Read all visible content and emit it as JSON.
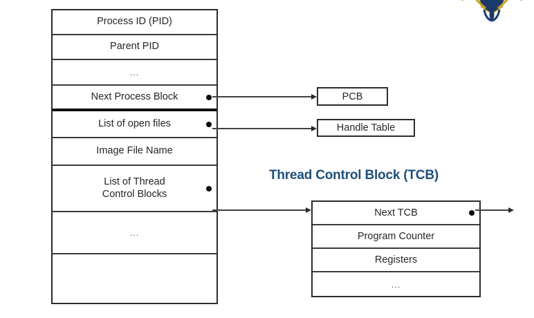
{
  "diagram": {
    "title_tcb": "Thread Control Block (TCB)",
    "process_block": {
      "name": "process-control-block-table",
      "rows": [
        {
          "label": "Process ID (PID)",
          "kind": "text",
          "height": 36,
          "pointer": false,
          "thick_bottom": false
        },
        {
          "label": "Parent PID",
          "kind": "text",
          "height": 36,
          "pointer": false,
          "thick_bottom": false
        },
        {
          "label": "...",
          "kind": "ellipsis",
          "height": 37,
          "pointer": false,
          "thick_bottom": false
        },
        {
          "label": "Next Process Block",
          "kind": "text",
          "height": 37,
          "pointer": true,
          "thick_bottom": true
        },
        {
          "label": "List of open files",
          "kind": "text",
          "height": 39,
          "pointer": true,
          "thick_bottom": false
        },
        {
          "label": "Image File Name",
          "kind": "text",
          "height": 40,
          "pointer": false,
          "thick_bottom": false
        },
        {
          "label": "List of Thread\nControl Blocks",
          "kind": "text",
          "height": 67,
          "pointer": true,
          "thick_bottom": false
        },
        {
          "label": "...",
          "kind": "ellipsis",
          "height": 61,
          "pointer": false,
          "thick_bottom": false
        },
        {
          "label": "",
          "kind": "empty",
          "height": 70,
          "pointer": false,
          "thick_bottom": false
        }
      ]
    },
    "side_boxes": [
      {
        "name": "pcb-box",
        "label": "PCB"
      },
      {
        "name": "handle-box",
        "label": "Handle Table"
      }
    ],
    "thread_block": {
      "name": "thread-control-block-table",
      "rows": [
        {
          "label": "Next TCB",
          "kind": "text",
          "pointer": true
        },
        {
          "label": "Program Counter",
          "kind": "text",
          "pointer": false
        },
        {
          "label": "Registers",
          "kind": "text",
          "pointer": false
        },
        {
          "label": "...",
          "kind": "ellipsis",
          "pointer": false
        }
      ]
    },
    "connectors": [
      {
        "name": "connector-next-process-block-to-pcb"
      },
      {
        "name": "connector-open-files-to-handle-table"
      },
      {
        "name": "connector-thread-list-to-tcb"
      },
      {
        "name": "connector-next-tcb-outgoing"
      }
    ],
    "logo": {
      "name": "institution-crest-logo",
      "alt": "crest emblem"
    },
    "colors": {
      "title_blue": "#1F4E79",
      "text": "#262626",
      "border": "#2B2B2B",
      "line": "#404040"
    }
  }
}
